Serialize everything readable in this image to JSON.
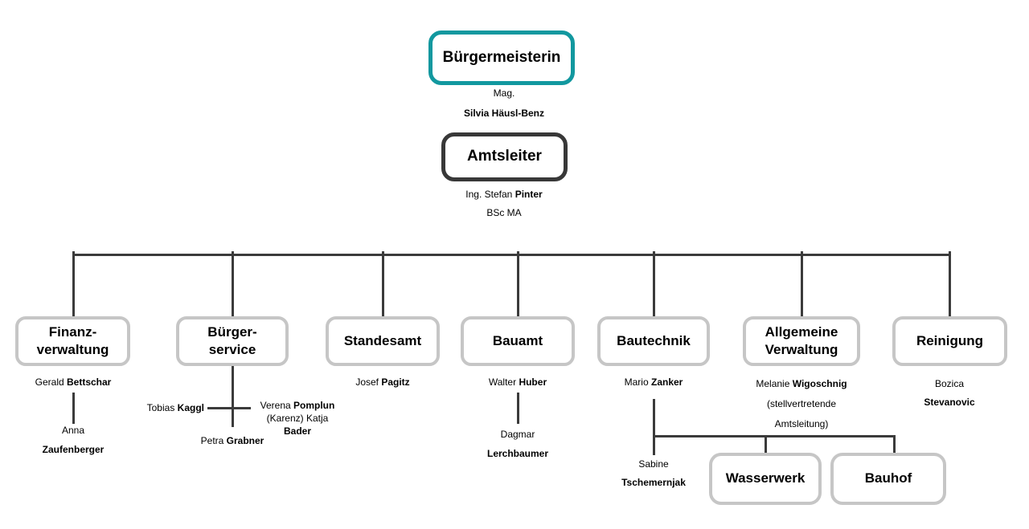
{
  "colors": {
    "accent_teal": "#12989f",
    "line": "#3b3b3b",
    "dept_border": "#c6c6c6",
    "dark_border": "#383838"
  },
  "top": {
    "buergermeisterin": {
      "title": "Bürgermeisterin",
      "line1": "Mag.",
      "line2": "Silvia Häusl-Benz"
    },
    "amtsleiter": {
      "title": "Amtsleiter",
      "name_reg": "Ing. Stefan ",
      "name_bold": "Pinter",
      "line2": "BSc MA"
    }
  },
  "departments": [
    {
      "title1": "Finanz-",
      "title2": "verwaltung",
      "head_reg": "Gerald ",
      "head_bold": "Bettschar",
      "sub1": "Anna",
      "sub2": "Zaufenberger"
    },
    {
      "title1": "Bürger-",
      "title2": "service",
      "left_reg": "Tobias ",
      "left_bold": "Kaggl",
      "right1_reg": "Verena ",
      "right1_bold": "Pomplun",
      "right2_reg": "(Karenz) Katja ",
      "right2_bold": "Bader",
      "bottom_reg": "Petra ",
      "bottom_bold": "Grabner"
    },
    {
      "title1": "Standesamt",
      "head_reg": "Josef ",
      "head_bold": "Pagitz"
    },
    {
      "title1": "Bauamt",
      "head_reg": "Walter ",
      "head_bold": "Huber",
      "sub1": "Dagmar",
      "sub2": "Lerchbaumer"
    },
    {
      "title1": "Bautechnik",
      "head_reg": "Mario ",
      "head_bold": "Zanker",
      "sub1": "Sabine",
      "sub2": "Tschemernjak",
      "child1_title": "Wasserwerk",
      "child2_title": "Bauhof"
    },
    {
      "title1": "Allgemeine",
      "title2": "Verwaltung",
      "head_reg": "Melanie ",
      "head_bold": "Wigoschnig",
      "note1": "(stellvertretende",
      "note2": "Amtsleitung)"
    },
    {
      "title1": "Reinigung",
      "sub1": "Bozica",
      "sub2": "Stevanovic"
    }
  ]
}
